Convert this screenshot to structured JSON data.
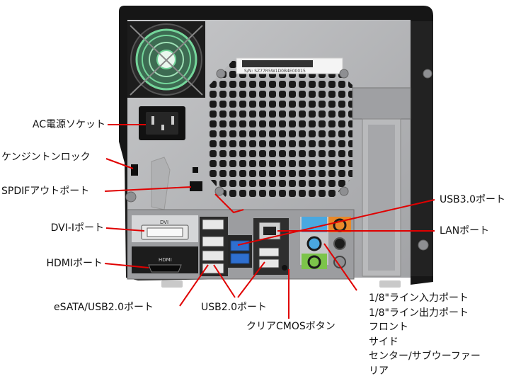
{
  "labels": {
    "ac_socket": "AC電源ソケット",
    "kensington_lock": "ケンジントンロック",
    "spdif_out": "SPDIFアウトポート",
    "dvi_i": "DVI-Iポート",
    "hdmi": "HDMIポート",
    "esata_usb2": "eSATA/USB2.0ポート",
    "usb2": "USB2.0ポート",
    "clear_cmos": "クリアCMOSボタン",
    "usb3": "USB3.0ポート",
    "lan": "LANポート",
    "audio": [
      "1/8\"ライン入力ポート",
      "1/8\"ライン出力ポート",
      "フロント",
      "サイド",
      "センター/サブウーファー",
      "リア"
    ]
  },
  "device": {
    "barcode_text": "S/N: SZ77R5W1D0B4E00015",
    "dvi_tag": "DVI",
    "hdmi_tag": "HDMI"
  },
  "colors": {
    "callout_line": "#e00000",
    "case_black": "#151515",
    "panel_gray": "#a9aaad",
    "usb3_blue": "#2e6fd0",
    "audio_blue": "#4aa8e0",
    "audio_orange": "#e8892a",
    "audio_green": "#7cc44a",
    "fan_green": "#74d59a"
  }
}
